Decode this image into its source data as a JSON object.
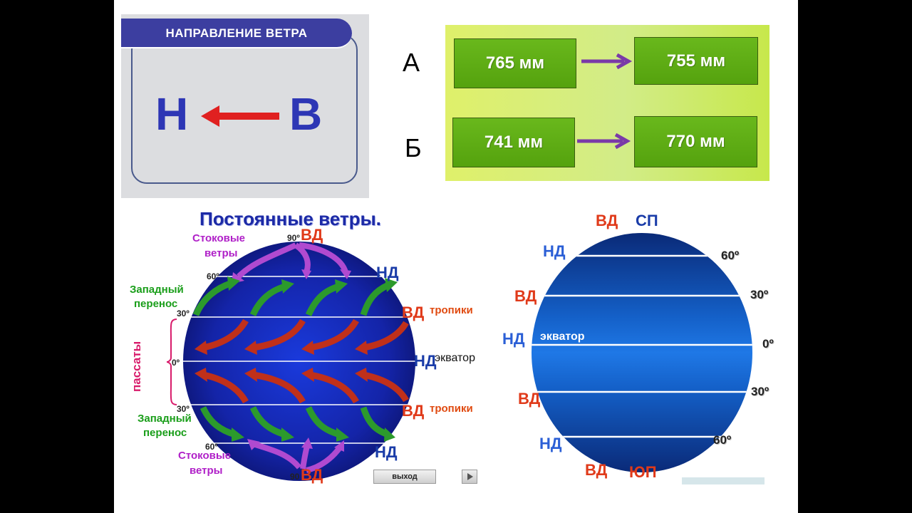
{
  "wind_direction": {
    "title": "НАПРАВЛЕНИЕ ВЕТРА",
    "from_letter": "В",
    "to_letter": "Н",
    "arrow_color": "#e02020",
    "letter_color": "#2d36b5"
  },
  "pressure": {
    "variant_a": "А",
    "variant_b": "Б",
    "a_from": "765 мм",
    "a_to": "755 мм",
    "b_from": "741 мм",
    "b_to": "770 мм",
    "arrow_color": "#7a3aa8",
    "box_color": "#5fac17"
  },
  "left_globe": {
    "title": "Постоянные ветры.",
    "deg_90_top": "90º",
    "deg_60_top": "60º",
    "deg_30_top": "30º",
    "deg_0": "0º",
    "deg_30_bottom": "30º",
    "deg_60_bottom": "60º",
    "deg_90_bottom": "90",
    "vd_top": "ВД",
    "nd_upper": "НД",
    "vd_tropic_upper": "ВД",
    "tropic_upper": "тропики",
    "nd_equator": "НД",
    "equator": "экватор",
    "vd_tropic_lower": "ВД",
    "tropic_lower": "тропики",
    "nd_lower": "НД",
    "vd_bottom": "ВД",
    "stok_top_1": "Стоковые",
    "stok_top_2": "ветры",
    "west_top_1": "Западный",
    "west_top_2": "перенос",
    "passaty": "пассаты",
    "west_bottom_1": "Западный",
    "west_bottom_2": "перенос",
    "stok_bottom_1": "Стоковые",
    "stok_bottom_2": "ветры",
    "exit_button": "выход"
  },
  "right_globe": {
    "vd_1": "ВД",
    "sp": "СП",
    "nd_1": "НД",
    "vd_2": "ВД",
    "nd_2": "НД",
    "vd_3": "ВД",
    "nd_3": "НД",
    "vd_4": "ВД",
    "yup": "ЮП",
    "equator": "экватор",
    "deg_60_top": "60º",
    "deg_30_top": "30º",
    "deg_0": "0º",
    "deg_30_bottom": "30º",
    "deg_60_bottom": "60º"
  }
}
